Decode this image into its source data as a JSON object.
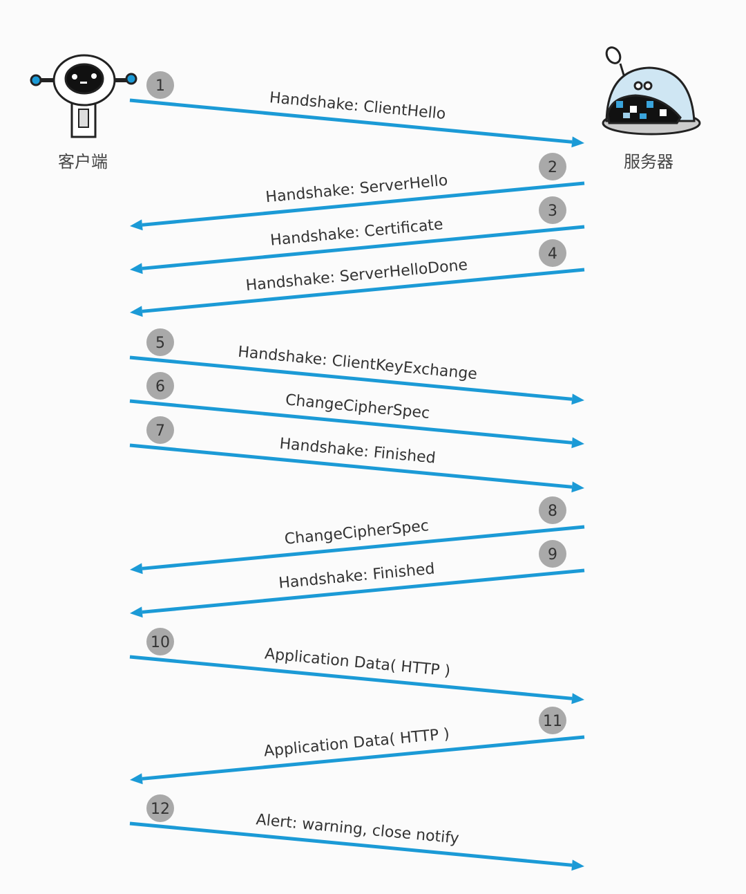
{
  "actors": {
    "client": {
      "label": "客户端"
    },
    "server": {
      "label": "服务器"
    }
  },
  "colors": {
    "arrow": "#1b9ad6",
    "badge": "#a9a9a9",
    "badge_text": "#333333",
    "label_text": "#333333"
  },
  "messages": [
    {
      "number": "1",
      "label": "Handshake: ClientHello",
      "direction": "client-to-server"
    },
    {
      "number": "2",
      "label": "Handshake: ServerHello",
      "direction": "server-to-client"
    },
    {
      "number": "3",
      "label": "Handshake: Certificate",
      "direction": "server-to-client"
    },
    {
      "number": "4",
      "label": "Handshake: ServerHelloDone",
      "direction": "server-to-client"
    },
    {
      "number": "5",
      "label": "Handshake: ClientKeyExchange",
      "direction": "client-to-server"
    },
    {
      "number": "6",
      "label": "ChangeCipherSpec",
      "direction": "client-to-server"
    },
    {
      "number": "7",
      "label": "Handshake: Finished",
      "direction": "client-to-server"
    },
    {
      "number": "8",
      "label": "ChangeCipherSpec",
      "direction": "server-to-client"
    },
    {
      "number": "9",
      "label": "Handshake: Finished",
      "direction": "server-to-client"
    },
    {
      "number": "10",
      "label": "Application Data( HTTP )",
      "direction": "client-to-server"
    },
    {
      "number": "11",
      "label": "Application Data( HTTP )",
      "direction": "server-to-client"
    },
    {
      "number": "12",
      "label": "Alert: warning, close notify",
      "direction": "client-to-server"
    }
  ]
}
